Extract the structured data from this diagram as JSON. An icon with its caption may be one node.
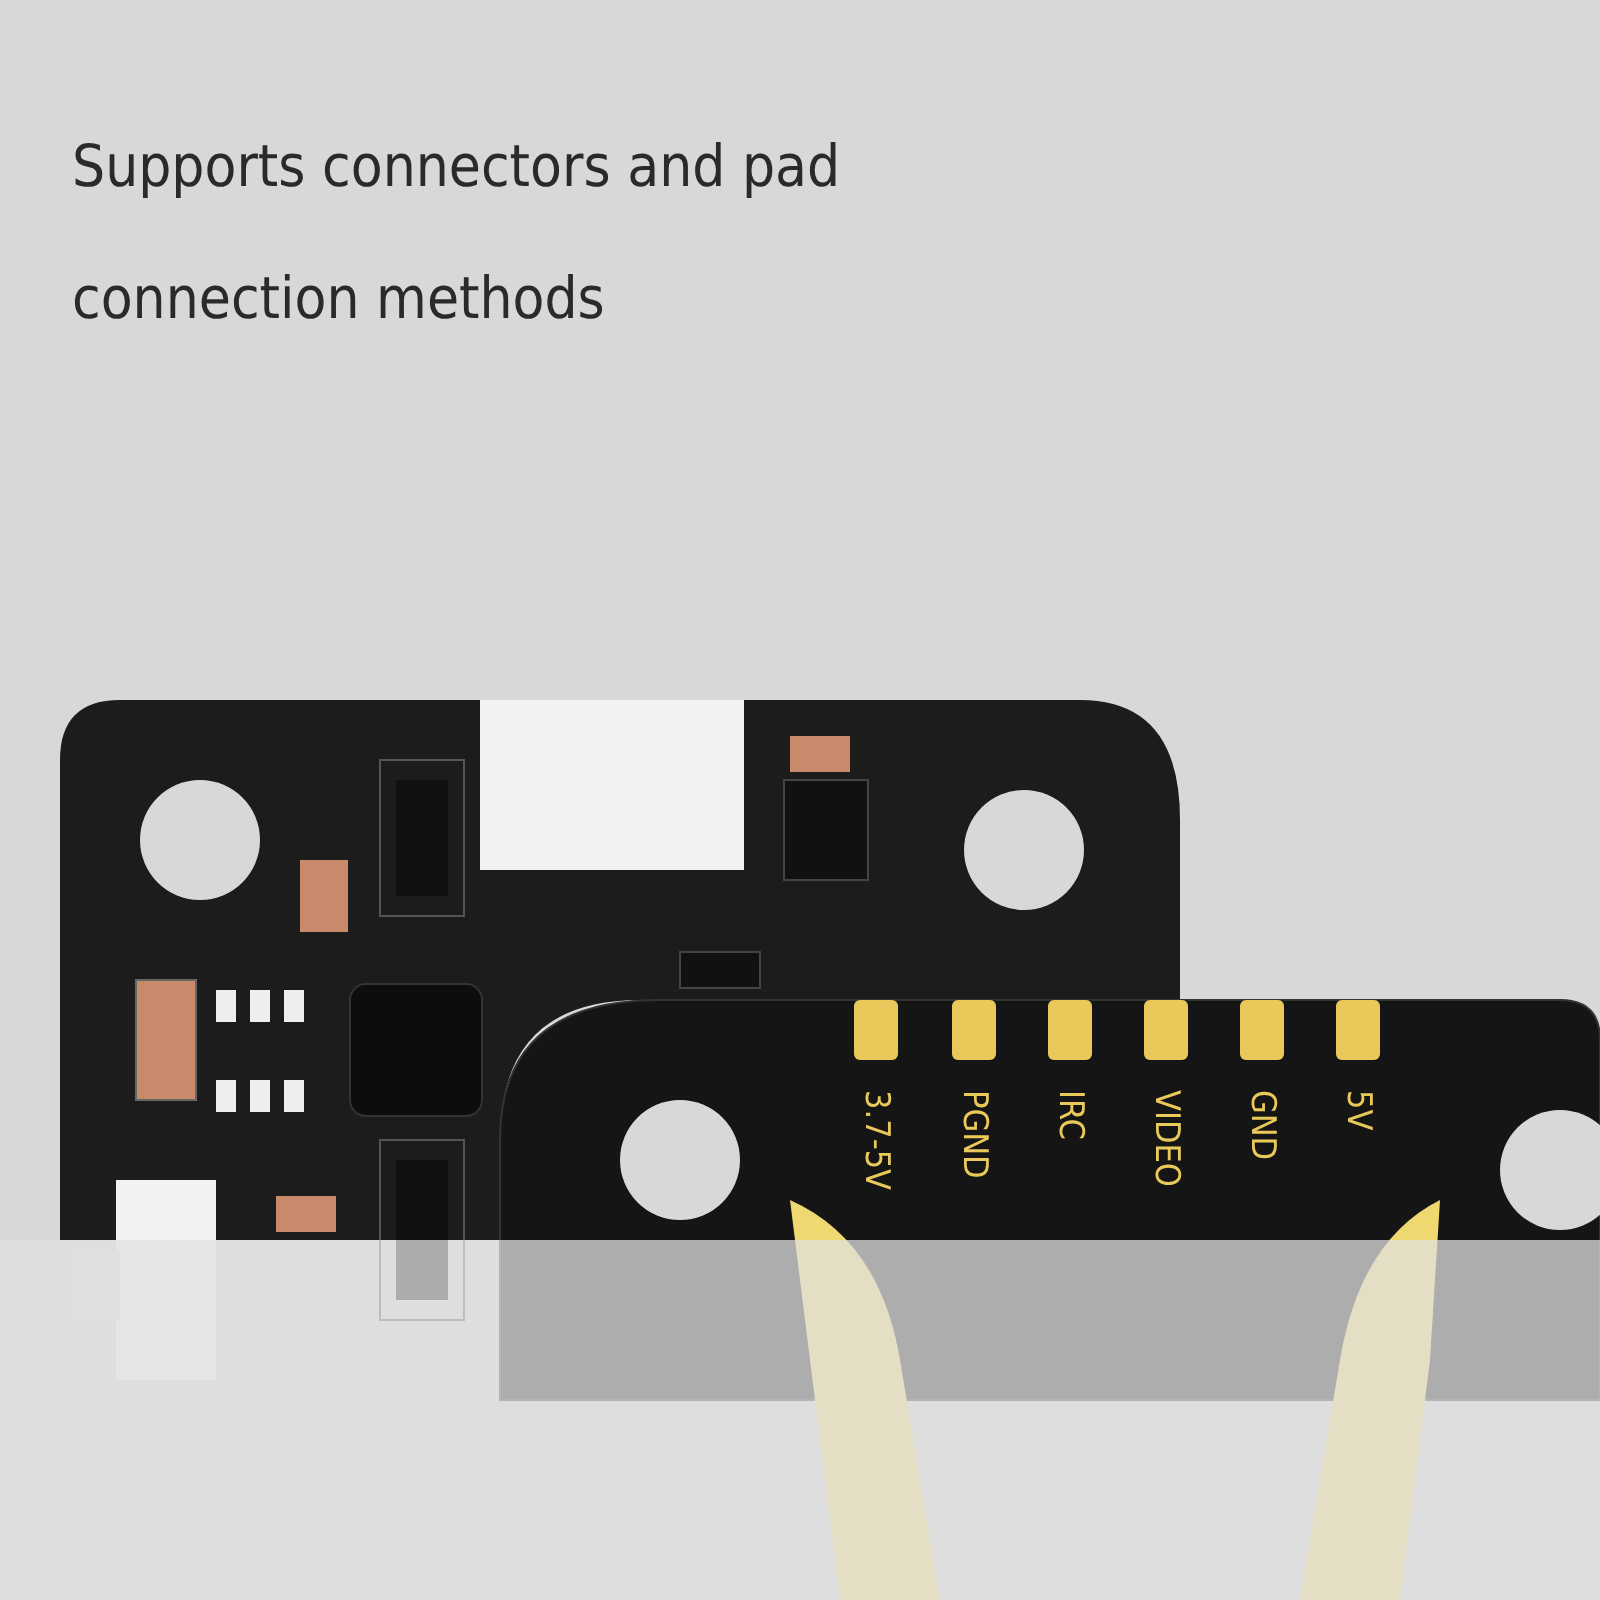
{
  "diagram": {
    "title": "Supports connectors and pad connection methods",
    "labels": [
      "3.7-5V",
      "PGND",
      "IRC",
      "VIDEO",
      "GND",
      "5V"
    ]
  }
}
